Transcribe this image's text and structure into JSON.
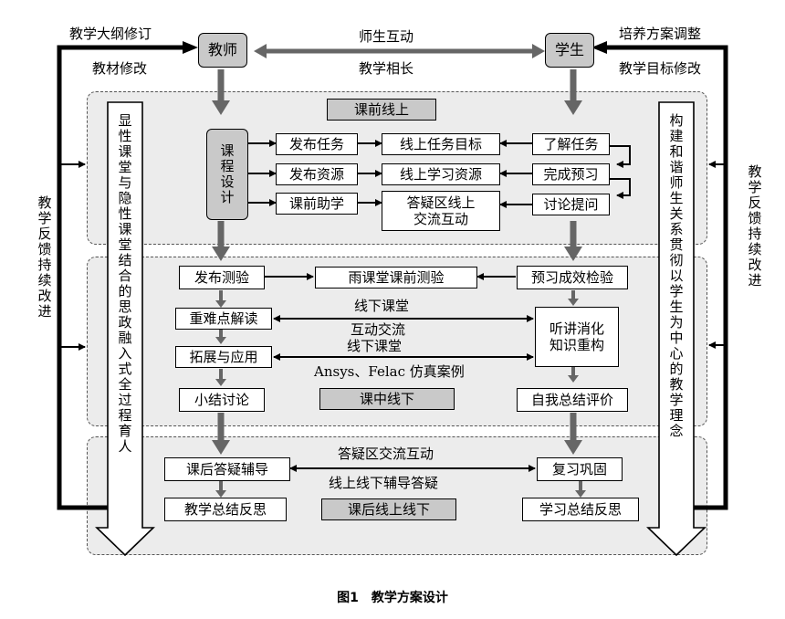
{
  "top": {
    "teacher": "教师",
    "student": "学生",
    "interaction": "师生互动",
    "mutual_growth": "教学相长",
    "syllabus_revision": "教学大纲修订",
    "textbook_revision": "教材修改",
    "training_plan_adjustment": "培养方案调整",
    "objective_revision": "教学目标修改"
  },
  "side": {
    "left_feedback": "教学反馈持续改进",
    "right_feedback": "教学反馈持续改进",
    "left_arrow_text": "显性课堂与隐性课堂结合的思政融入式全过程育人",
    "right_arrow_text": "构建和谐师生关系贯彻以学生为中心的教学理念"
  },
  "pre_class": {
    "title": "课前线上",
    "course_design": "课程设计",
    "teacher_steps": [
      "发布任务",
      "发布资源",
      "课前助学"
    ],
    "middle_steps": [
      "线上任务目标",
      "线上学习资源",
      "答疑区线上\n交流互动"
    ],
    "student_steps": [
      "了解任务",
      "完成预习",
      "讨论提问"
    ]
  },
  "in_class": {
    "title": "课中线下",
    "teacher_steps": [
      "发布测验",
      "重难点解读",
      "拓展与应用",
      "小结讨论"
    ],
    "quiz": "雨课堂课前测验",
    "student_check": "预习成效检验",
    "student_digest": "听讲消化\n知识重构",
    "student_eval": "自我总结评价",
    "offline_class_1": "线下课堂",
    "interactive": "互动交流",
    "offline_class_2": "线下课堂",
    "sim_cases": "Ansys、Felac 仿真案例"
  },
  "post_class": {
    "title": "课后线上线下",
    "teacher_qa": "课后答疑辅导",
    "teacher_reflect": "教学总结反思",
    "student_review": "复习巩固",
    "student_reflect": "学习总结反思",
    "qa_interaction": "答疑区交流互动",
    "online_offline_tutoring": "线上线下辅导答疑"
  },
  "caption": "图1　教学方案设计"
}
